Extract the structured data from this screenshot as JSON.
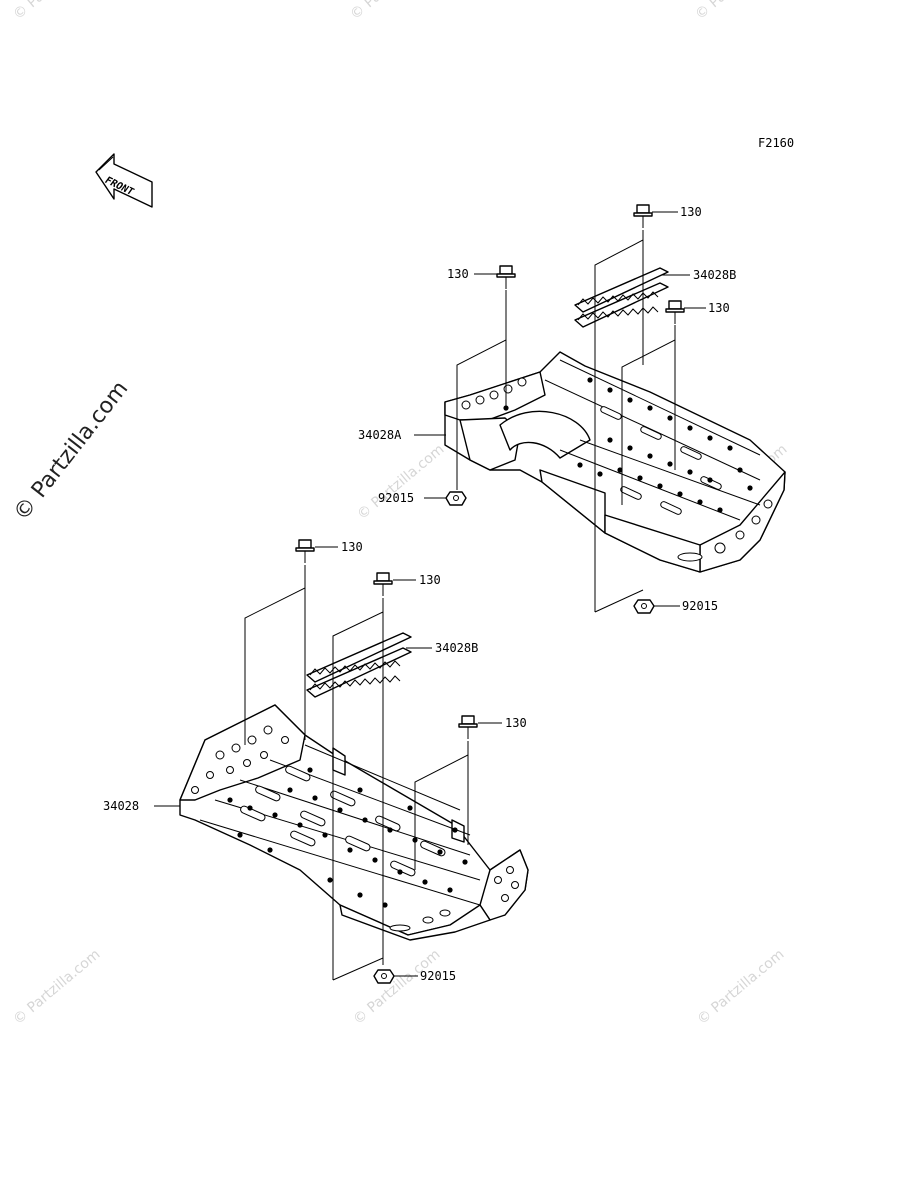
{
  "diagram_code": "F2160",
  "front_arrow": {
    "text": "FRONT"
  },
  "watermark": {
    "main": "© Partzilla.com",
    "tile": "© Partzilla.com"
  },
  "callouts": {
    "upper_bolt_top": "130",
    "upper_bolt_left": "130",
    "upper_pad": "34028B",
    "upper_bolt_right": "130",
    "upper_footrest": "34028A",
    "upper_nut_left": "92015",
    "upper_nut_right": "92015",
    "lower_bolt_left": "130",
    "lower_bolt_mid": "130",
    "lower_pad": "34028B",
    "lower_bolt_right": "130",
    "lower_footrest": "34028",
    "lower_nut": "92015"
  },
  "icons": [
    "front-arrow-icon",
    "bolt-icon",
    "nut-icon",
    "footrest-part",
    "tread-pad-part"
  ]
}
